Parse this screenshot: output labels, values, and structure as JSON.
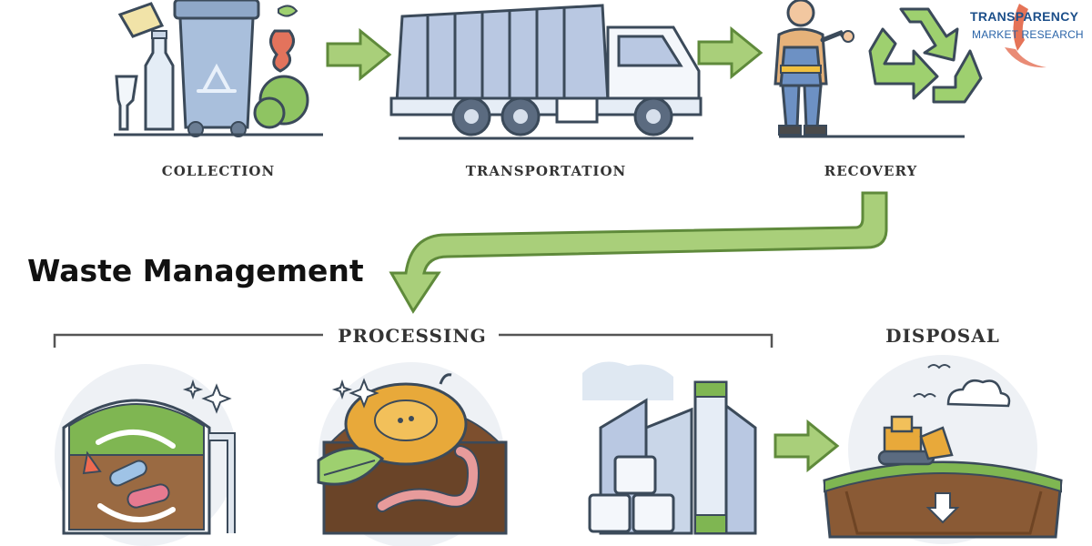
{
  "diagram": {
    "title": "Waste Management",
    "stages": {
      "collection": "COLLECTION",
      "transportation": "TRANSPORTATION",
      "recovery": "RECOVERY",
      "processing": "PROCESSING",
      "disposal": "DISPOSAL"
    }
  },
  "brand": {
    "name": "TRANSPARENCY",
    "subtitle": "MARKET RESEARCH"
  },
  "colors": {
    "arrow": "#a9cf7a",
    "arrow_stroke": "#5f8a3b",
    "outline": "#3b4a5a",
    "bin": "#a9bfdc",
    "truck": "#b9c8e2",
    "recycle": "#9ed06f",
    "soil": "#8a5a35",
    "grass": "#7fb652"
  },
  "icons": [
    "recycle-bin-icon",
    "garbage-truck-icon",
    "recycle-symbol-icon",
    "sparkle-icon",
    "bulldozer-icon",
    "cloud-icon",
    "bird-icon",
    "factory-icon",
    "leaf-icon",
    "earthworm-icon"
  ]
}
